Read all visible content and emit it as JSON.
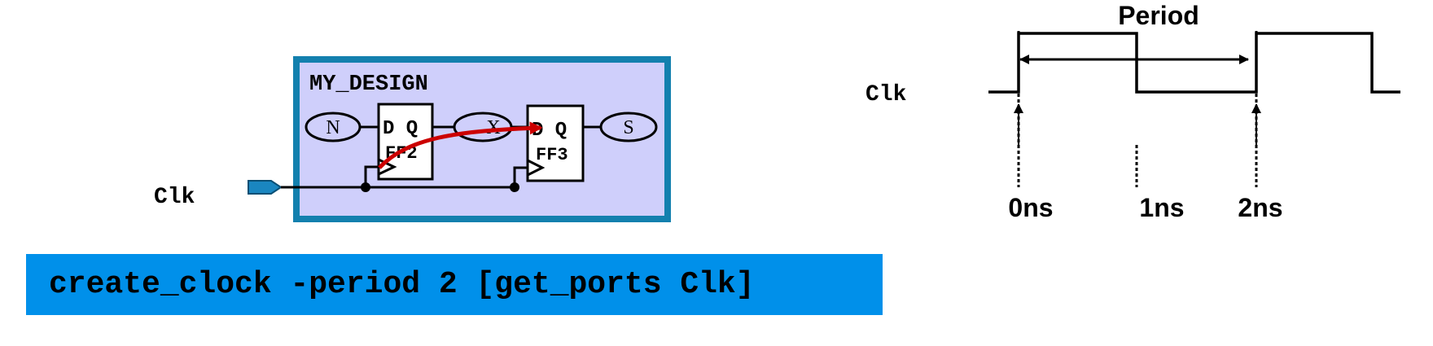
{
  "design": {
    "title": "MY_DESIGN",
    "input_port": "N",
    "mid_net": "X",
    "output_port": "S",
    "clock_port": "Clk",
    "ff2": {
      "pins": "D Q",
      "name": "FF2"
    },
    "ff3": {
      "pins": "D Q",
      "name": "FF3"
    }
  },
  "waveform": {
    "signal_label": "Clk",
    "period_label": "Period",
    "time_labels": [
      "0ns",
      "1ns",
      "2ns"
    ]
  },
  "command": {
    "text": "create_clock -period 2 [get_ports Clk]"
  },
  "colors": {
    "design_border": "#1380ae",
    "design_fill": "#cfcffb",
    "timing_path": "#cc0000",
    "port_fill": "#1a86c0",
    "command_bg": "#0090ea"
  }
}
